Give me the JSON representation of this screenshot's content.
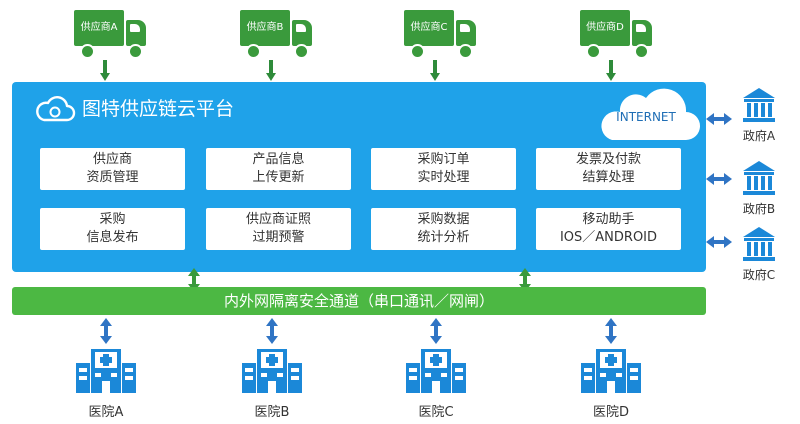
{
  "suppliers": [
    {
      "label": "供应商A"
    },
    {
      "label": "供应商B"
    },
    {
      "label": "供应商C"
    },
    {
      "label": "供应商D"
    }
  ],
  "platform": {
    "title": "图特供应链云平台",
    "internet_label": "INTERNET",
    "modules": [
      {
        "line1": "供应商",
        "line2": "资质管理"
      },
      {
        "line1": "产品信息",
        "line2": "上传更新"
      },
      {
        "line1": "采购订单",
        "line2": "实时处理"
      },
      {
        "line1": "发票及付款",
        "line2": "结算处理"
      },
      {
        "line1": "采购",
        "line2": "信息发布"
      },
      {
        "line1": "供应商证照",
        "line2": "过期预警"
      },
      {
        "line1": "采购数据",
        "line2": "统计分析"
      },
      {
        "line1": "移动助手",
        "line2": "IOS／ANDROID"
      }
    ]
  },
  "channel": {
    "label": "内外网隔离安全通道（串口通讯／网闸）"
  },
  "governments": [
    {
      "label": "政府A"
    },
    {
      "label": "政府B"
    },
    {
      "label": "政府C"
    }
  ],
  "hospitals": [
    {
      "label": "医院A"
    },
    {
      "label": "医院B"
    },
    {
      "label": "医院C"
    },
    {
      "label": "医院D"
    }
  ],
  "colors": {
    "platform": "#1fa2e9",
    "channel": "#4cb843",
    "truck": "#3a9a3c",
    "icon_blue": "#1b88d8",
    "arrow_blue": "#2f74c4"
  }
}
